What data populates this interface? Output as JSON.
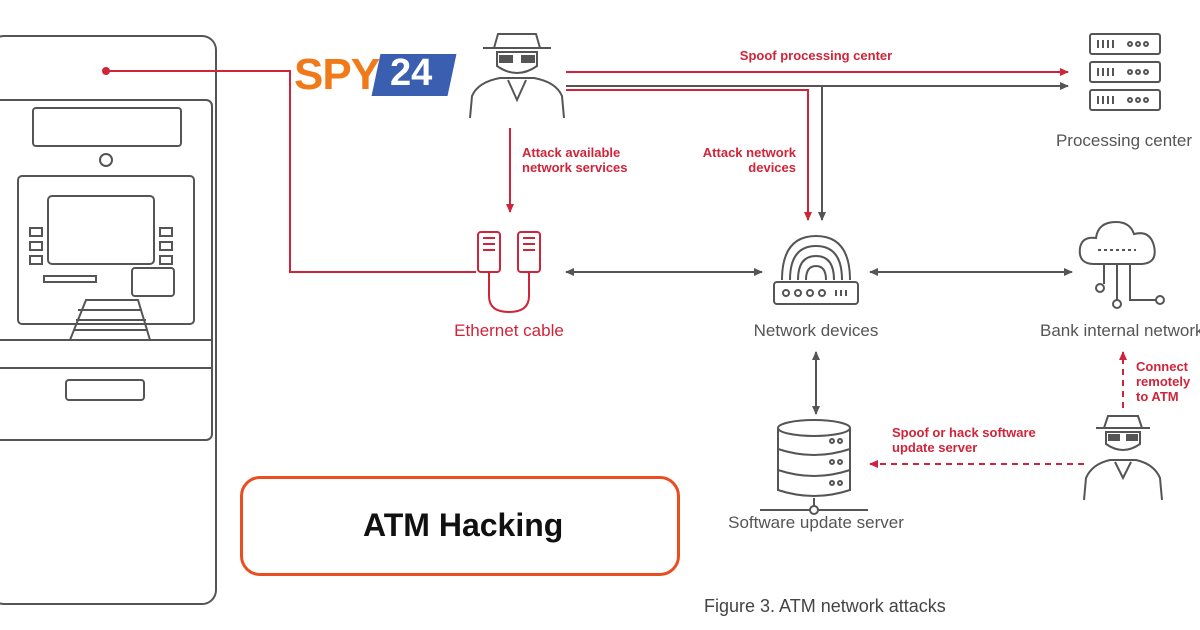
{
  "diagram": {
    "nodes": {
      "ethernet_cable": "Ethernet cable",
      "network_devices": "Network devices",
      "processing_center": "Processing center",
      "bank_internal_network": "Bank internal network",
      "software_update_server": "Software update server"
    },
    "edge_labels": {
      "spoof_processing": "Spoof processing center",
      "attack_services_1": "Attack available",
      "attack_services_2": "network services",
      "attack_devices_1": "Attack network",
      "attack_devices_2": "devices",
      "connect_1": "Connect",
      "connect_2": "remotely",
      "connect_3": "to ATM",
      "spoof_update_1": "Spoof or hack software",
      "spoof_update_2": "update server"
    },
    "caption": "Figure 3. ATM network attacks"
  },
  "logo": {
    "spy": "SPY",
    "num": "24"
  },
  "banner": {
    "title": "ATM Hacking"
  },
  "colors": {
    "red": "#d0243a",
    "gray": "#555555",
    "orange": "#f07a1a",
    "blue": "#3a5fb0",
    "frame": "#ea4d1f"
  }
}
